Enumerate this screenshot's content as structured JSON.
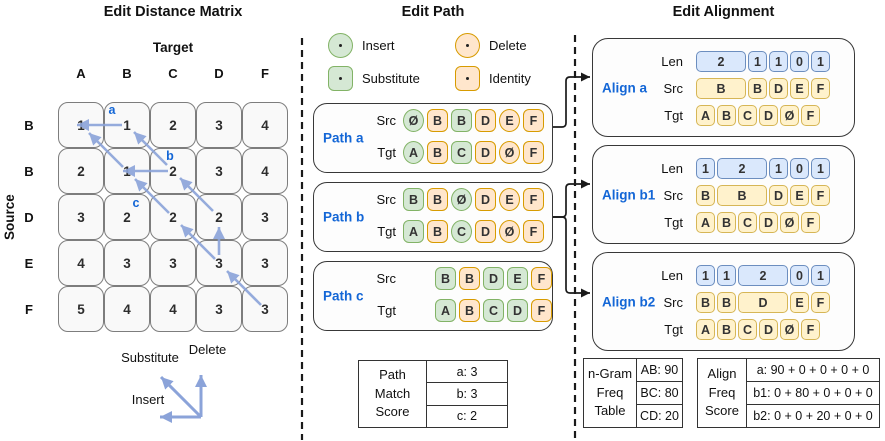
{
  "titles": {
    "matrix": "Edit Distance Matrix",
    "path": "Edit Path",
    "alignment": "Edit Alignment"
  },
  "matrix": {
    "target_label": "Target",
    "source_label": "Source",
    "col_headers": [
      "A",
      "B",
      "C",
      "D",
      "F"
    ],
    "row_headers": [
      "B",
      "B",
      "D",
      "E",
      "F"
    ],
    "values": [
      [
        "1",
        "1",
        "2",
        "3",
        "4"
      ],
      [
        "2",
        "1",
        "2",
        "3",
        "4"
      ],
      [
        "3",
        "2",
        "2",
        "2",
        "3"
      ],
      [
        "4",
        "3",
        "3",
        "3",
        "3"
      ],
      [
        "5",
        "4",
        "4",
        "3",
        "3"
      ]
    ],
    "path_labels": {
      "a": "a",
      "b": "b",
      "c": "c"
    },
    "move_legend": {
      "substitute": "Substitute",
      "delete": "Delete",
      "insert": "Insert"
    }
  },
  "edit_path": {
    "legend": [
      {
        "label": "Insert",
        "shape": "circle",
        "color": "green"
      },
      {
        "label": "Delete",
        "shape": "circle",
        "color": "orange"
      },
      {
        "label": "Substitute",
        "shape": "square",
        "color": "green"
      },
      {
        "label": "Identity",
        "shape": "square",
        "color": "orange"
      }
    ],
    "row_labels": {
      "src": "Src",
      "tgt": "Tgt"
    },
    "paths": [
      {
        "id": "a",
        "label": "Path a",
        "src": [
          {
            "ch": "Ø",
            "shape": "circle",
            "color": "green"
          },
          {
            "ch": "B",
            "shape": "square",
            "color": "orange"
          },
          {
            "ch": "B",
            "shape": "square",
            "color": "green"
          },
          {
            "ch": "D",
            "shape": "square",
            "color": "orange"
          },
          {
            "ch": "E",
            "shape": "circle",
            "color": "orange"
          },
          {
            "ch": "F",
            "shape": "square",
            "color": "orange"
          }
        ],
        "tgt": [
          {
            "ch": "A",
            "shape": "circle",
            "color": "green"
          },
          {
            "ch": "B",
            "shape": "square",
            "color": "orange"
          },
          {
            "ch": "C",
            "shape": "square",
            "color": "green"
          },
          {
            "ch": "D",
            "shape": "square",
            "color": "orange"
          },
          {
            "ch": "Ø",
            "shape": "circle",
            "color": "orange"
          },
          {
            "ch": "F",
            "shape": "square",
            "color": "orange"
          }
        ]
      },
      {
        "id": "b",
        "label": "Path b",
        "src": [
          {
            "ch": "B",
            "shape": "square",
            "color": "green"
          },
          {
            "ch": "B",
            "shape": "square",
            "color": "orange"
          },
          {
            "ch": "Ø",
            "shape": "circle",
            "color": "green"
          },
          {
            "ch": "D",
            "shape": "square",
            "color": "orange"
          },
          {
            "ch": "E",
            "shape": "circle",
            "color": "orange"
          },
          {
            "ch": "F",
            "shape": "square",
            "color": "orange"
          }
        ],
        "tgt": [
          {
            "ch": "A",
            "shape": "square",
            "color": "green"
          },
          {
            "ch": "B",
            "shape": "square",
            "color": "orange"
          },
          {
            "ch": "C",
            "shape": "circle",
            "color": "green"
          },
          {
            "ch": "D",
            "shape": "square",
            "color": "orange"
          },
          {
            "ch": "Ø",
            "shape": "circle",
            "color": "orange"
          },
          {
            "ch": "F",
            "shape": "square",
            "color": "orange"
          }
        ]
      },
      {
        "id": "c",
        "label": "Path c",
        "src": [
          {
            "ch": "B",
            "shape": "square",
            "color": "green"
          },
          {
            "ch": "B",
            "shape": "square",
            "color": "orange"
          },
          {
            "ch": "D",
            "shape": "square",
            "color": "green"
          },
          {
            "ch": "E",
            "shape": "square",
            "color": "green"
          },
          {
            "ch": "F",
            "shape": "square",
            "color": "orange"
          }
        ],
        "tgt": [
          {
            "ch": "A",
            "shape": "square",
            "color": "green"
          },
          {
            "ch": "B",
            "shape": "square",
            "color": "orange"
          },
          {
            "ch": "C",
            "shape": "square",
            "color": "green"
          },
          {
            "ch": "D",
            "shape": "square",
            "color": "green"
          },
          {
            "ch": "F",
            "shape": "square",
            "color": "orange"
          }
        ]
      }
    ],
    "score_table": {
      "header_lines": [
        "Path",
        "Match",
        "Score"
      ],
      "rows": [
        "a: 3",
        "b: 3",
        "c: 2"
      ]
    }
  },
  "edit_alignment": {
    "row_labels": {
      "len": "Len",
      "src": "Src",
      "tgt": "Tgt"
    },
    "blocks": [
      {
        "id": "a",
        "label": "Align a",
        "len": [
          {
            "v": "2",
            "wide": true
          },
          {
            "v": "1"
          },
          {
            "v": "1"
          },
          {
            "v": "0"
          },
          {
            "v": "1"
          }
        ],
        "src": [
          {
            "v": "B",
            "wide": true
          },
          {
            "v": "B"
          },
          {
            "v": "D"
          },
          {
            "v": "E"
          },
          {
            "v": "F"
          }
        ],
        "tgt": [
          {
            "v": "A"
          },
          {
            "v": "B"
          },
          {
            "v": "C"
          },
          {
            "v": "D"
          },
          {
            "v": "Ø"
          },
          {
            "v": "F"
          }
        ]
      },
      {
        "id": "b1",
        "label": "Align b1",
        "len": [
          {
            "v": "1"
          },
          {
            "v": "2",
            "wide": true
          },
          {
            "v": "1"
          },
          {
            "v": "0"
          },
          {
            "v": "1"
          }
        ],
        "src": [
          {
            "v": "B"
          },
          {
            "v": "B",
            "wide": true
          },
          {
            "v": "D"
          },
          {
            "v": "E"
          },
          {
            "v": "F"
          }
        ],
        "tgt": [
          {
            "v": "A"
          },
          {
            "v": "B"
          },
          {
            "v": "C"
          },
          {
            "v": "D"
          },
          {
            "v": "Ø"
          },
          {
            "v": "F"
          }
        ]
      },
      {
        "id": "b2",
        "label": "Align b2",
        "len": [
          {
            "v": "1"
          },
          {
            "v": "1"
          },
          {
            "v": "2",
            "wide": true
          },
          {
            "v": "0"
          },
          {
            "v": "1"
          }
        ],
        "src": [
          {
            "v": "B"
          },
          {
            "v": "B"
          },
          {
            "v": "D",
            "wide": true
          },
          {
            "v": "E"
          },
          {
            "v": "F"
          }
        ],
        "tgt": [
          {
            "v": "A"
          },
          {
            "v": "B"
          },
          {
            "v": "C"
          },
          {
            "v": "D"
          },
          {
            "v": "Ø"
          },
          {
            "v": "F"
          }
        ]
      }
    ],
    "ngram_table": {
      "header_lines": [
        "n-Gram",
        "Freq",
        "Table"
      ],
      "rows": [
        "AB: 90",
        "BC: 80",
        "CD: 20"
      ]
    },
    "align_score_table": {
      "header_lines": [
        "Align",
        "Freq",
        "Score"
      ],
      "rows": [
        "a: 90 + 0 + 0 + 0 + 0",
        "b1: 0 + 80 + 0 + 0 + 0",
        "b2: 0 + 0 + 20 + 0 + 0"
      ]
    }
  },
  "colors": {
    "green_fill": "#d5e8d4",
    "green_border": "#82b366",
    "orange_fill": "#ffe6cc",
    "orange_border": "#d79b00",
    "blue_fill": "#dae8fc",
    "blue_border": "#6c8ebf",
    "yellow_fill": "#fff2cc",
    "yellow_border": "#d6b656",
    "accent_blue": "#1366d6",
    "arrow_blue": "#8ba3d9",
    "connector_black": "#1a1a1a"
  }
}
